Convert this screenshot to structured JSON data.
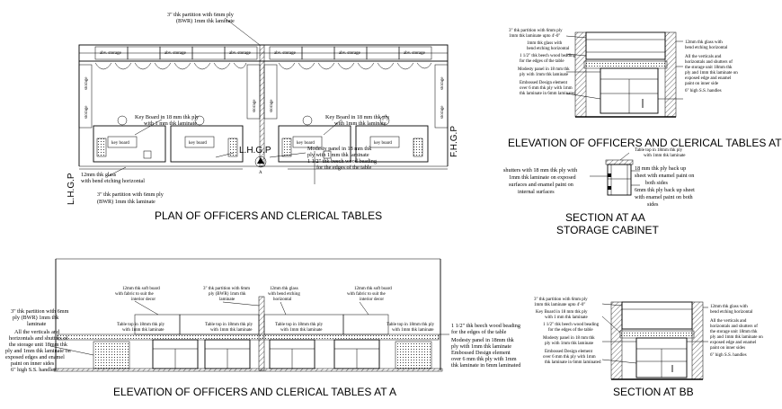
{
  "plan": {
    "title": "PLAN OF OFFICERS AND CLERICAL TABLES",
    "notes": {
      "partition_top": [
        "3\" thk partition with 6mm ply",
        "(BWR) 1mm thk laminate"
      ],
      "keyboard_left": [
        "Key Board in 18 mm thk ply",
        "with 1 mm thk laminate"
      ],
      "keyboard_right": [
        "Key Board in 18 mm thk ply",
        "with 1mm thk laminate"
      ],
      "modesty_left": [
        "Modesty panel in 18 mm thk",
        "ply with 1 mm thk laminate",
        "1 1/2\" thk beech wood beading",
        "for the edges of the table"
      ],
      "glass": [
        "12mm thk glass",
        "with bend etching horizontal"
      ],
      "partition_bottom": [
        "3\" thk partition with 6mm ply",
        "(BWR) 1mm thk laminate"
      ]
    },
    "lhgp_center": "L.H.G.P",
    "lhgp_left": "L.H.G.P",
    "fhgp_right": "F.H.G.P",
    "section_mark": "A",
    "storage_label": "storage",
    "abv_storage": "abv. storage",
    "key_board": "key board"
  },
  "elev_b": {
    "title": "ELEVATION OF OFFICERS AND CLERICAL TABLES AT B",
    "left_notes": [
      "3\" thk partition with 6mm ply",
      "1mm thk laminate upto 4'-0\"",
      "1mm thk glass with",
      "bend etching horizontal",
      "1 1/2\" thk beech wood beading",
      "for the edges of the table",
      "Modesty panel in 18 mm thk",
      "ply with 1mm thk laminate",
      "Embossed Design element",
      "over 6 mm thk ply with 1mm",
      "thk laminate in 6mm laminated"
    ],
    "right_notes": [
      "12mm thk glass with",
      "bend etching horizontal",
      "All the verticals and",
      "horizontals and shutters of",
      "the storage unit 18mm thk",
      "ply and 1mm thk laminate on",
      "exposed edge and enamel",
      "paint on inner side",
      "6\" high S.S. handles"
    ]
  },
  "section_aa": {
    "title_1": "SECTION AT AA",
    "title_2": "STORAGE CABINET",
    "top_note": [
      "Table top in 18mm thk ply",
      "with 1mm thk laminate"
    ],
    "left_note": [
      "shutters with 18 mm thk ply with",
      "1mm thk laminate on exposed",
      "surfaces and enamel paint on",
      "internal surfaces"
    ],
    "right_note": [
      "18 mm thk ply back up",
      "sheet with enamel paint on",
      "both sides",
      "6mm thk ply back up sheet",
      "with enamel paint on both",
      "sides"
    ]
  },
  "elev_a": {
    "title": "ELEVATION OF OFFICERS AND CLERICAL TABLES AT A",
    "left_notes": [
      "3\" thk partition with 6mm",
      "ply (BWR) 1mm thk",
      "laminate",
      "All the verticals and",
      "horizontals and shutters of",
      "the storage unit 18mm thk",
      "ply and 1mm thk laminate on",
      "exposed edges and enamel",
      "paint on inner sides",
      "6\" high S.S. handles"
    ],
    "top_notes": {
      "n1": [
        "12mm thk soft board",
        "with fabric to suit the",
        "interior decor"
      ],
      "n2": [
        "3\" thk partition with 6mm",
        "ply (BWR) 1mm thk",
        "laminate"
      ],
      "n3": [
        "12mm thk glass",
        "with bend etching",
        "horizontal"
      ],
      "n4": [
        "12mm thk soft board",
        "with fabric to suit the",
        "interior decor"
      ]
    },
    "table_top_notes": {
      "t1": [
        "Table top in 18mm thk ply",
        "with 1mm thk laminate"
      ],
      "t2": [
        "Table top in 18mm thk ply",
        "with 1mm thk laminate"
      ],
      "t3": [
        "Table top in 18mm thk ply",
        "with 1mm thk laminate"
      ],
      "t4": [
        "Table top in 18mm thk ply",
        "with 1mm thk laminate"
      ]
    },
    "right_notes": [
      "1 1/2\" thk beech wood beading",
      "for the edges of the table",
      "Modesty panel in 18mm thk",
      "ply with 1mm thk laminate",
      "Embossed Design element",
      "over 6 mm thk ply with 1mm",
      "thk laminate in 6mm laminated"
    ]
  },
  "section_bb": {
    "title": "SECTION AT BB",
    "left_notes": [
      "3\" thk partition with 6mm ply",
      "1mm thk laminate upto 4'-0\"",
      "Key Board in 18 mm thk ply",
      "with 1 mm thk laminate",
      "1 1/2\" thk beech wood beading",
      "for the edges of the table",
      "Modesty panel in 18 mm thk",
      "ply with 1mm thk laminate",
      "Embossed Design element",
      "over 6 mm thk ply with 1mm",
      "thk laminate in 6mm laminated"
    ],
    "right_notes": [
      "12mm thk glass with",
      "bend etching horizontal",
      "All the verticals and",
      "horizontals and shutters of",
      "the storage unit 18mm thk",
      "ply and 1mm thk laminate on",
      "exposed edge and enamel",
      "paint on inner sides",
      "6\" high S.S. handles"
    ]
  }
}
